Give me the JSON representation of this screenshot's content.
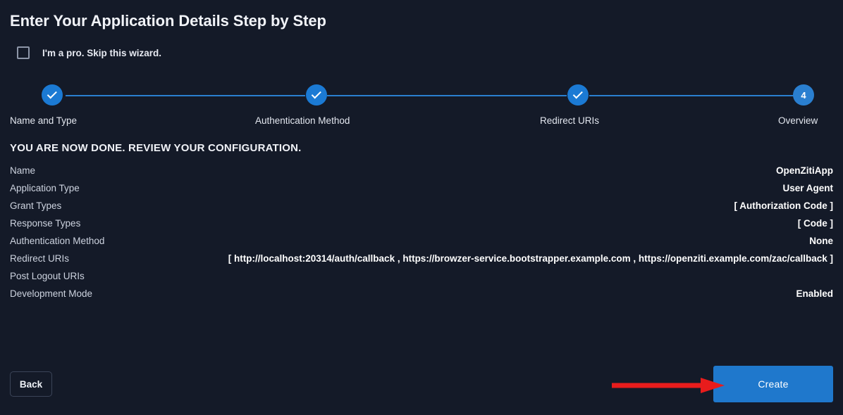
{
  "header": {
    "title": "Enter Your Application Details Step by Step"
  },
  "skip_wizard": {
    "label": "I'm a pro. Skip this wizard.",
    "checked": false
  },
  "stepper": {
    "steps": [
      {
        "label": "Name and Type",
        "state": "done",
        "marker": "check"
      },
      {
        "label": "Authentication Method",
        "state": "done",
        "marker": "check"
      },
      {
        "label": "Redirect URIs",
        "state": "done",
        "marker": "check"
      },
      {
        "label": "Overview",
        "state": "current",
        "marker": "4"
      }
    ]
  },
  "review": {
    "heading": "YOU ARE NOW DONE. REVIEW YOUR CONFIGURATION.",
    "rows": [
      {
        "key": "Name",
        "value": "OpenZitiApp"
      },
      {
        "key": "Application Type",
        "value": "User Agent"
      },
      {
        "key": "Grant Types",
        "value": "[ Authorization Code ]"
      },
      {
        "key": "Response Types",
        "value": "[ Code ]"
      },
      {
        "key": "Authentication Method",
        "value": "None"
      },
      {
        "key": "Redirect URIs",
        "value": "[ http://localhost:20314/auth/callback , https://browzer-service.bootstrapper.example.com , https://openziti.example.com/zac/callback ]"
      },
      {
        "key": "Post Logout URIs",
        "value": ""
      },
      {
        "key": "Development Mode",
        "value": "Enabled"
      }
    ]
  },
  "footer": {
    "back_label": "Back",
    "create_label": "Create"
  },
  "annotation": {
    "arrow_color": "#e81c1c",
    "points_to": "Create"
  },
  "colors": {
    "background": "#141a28",
    "accent_blue": "#1f78cc",
    "step_blue": "#2a7fd0",
    "text_primary": "#ffffff",
    "text_secondary": "#cdd3df",
    "annotation_red": "#e81c1c"
  }
}
